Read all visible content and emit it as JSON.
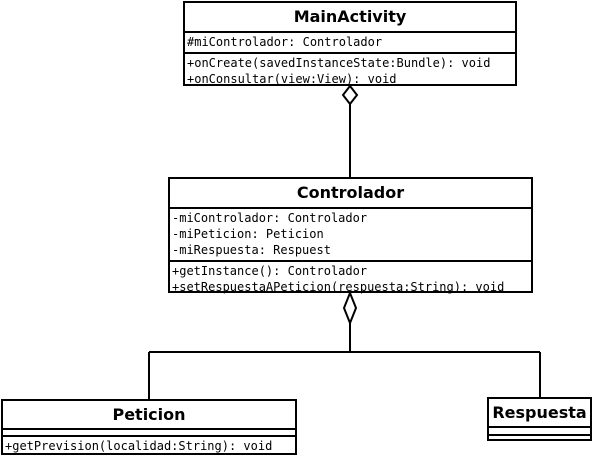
{
  "classes": {
    "main_activity": {
      "name": "MainActivity",
      "attributes": [
        "#miControlador: Controlador"
      ],
      "operations": [
        "+onCreate(savedInstanceState:Bundle): void",
        "+onConsultar(view:View): void"
      ]
    },
    "controlador": {
      "name": "Controlador",
      "attributes": [
        "-miControlador: Controlador",
        "-miPeticion: Peticion",
        "-miRespuesta: Respuest"
      ],
      "operations": [
        "+getInstance(): Controlador",
        "+setRespuestaAPeticion(respuesta:String): void"
      ]
    },
    "peticion": {
      "name": "Peticion",
      "attributes": [],
      "operations": [
        "+getPrevision(localidad:String): void"
      ]
    },
    "respuesta": {
      "name": "Respuesta",
      "attributes": [],
      "operations": []
    }
  },
  "relationships": [
    {
      "type": "aggregation",
      "whole": "MainActivity",
      "part": "Controlador"
    },
    {
      "type": "aggregation",
      "whole": "Controlador",
      "part": "Peticion"
    },
    {
      "type": "aggregation",
      "whole": "Controlador",
      "part": "Respuesta"
    }
  ]
}
